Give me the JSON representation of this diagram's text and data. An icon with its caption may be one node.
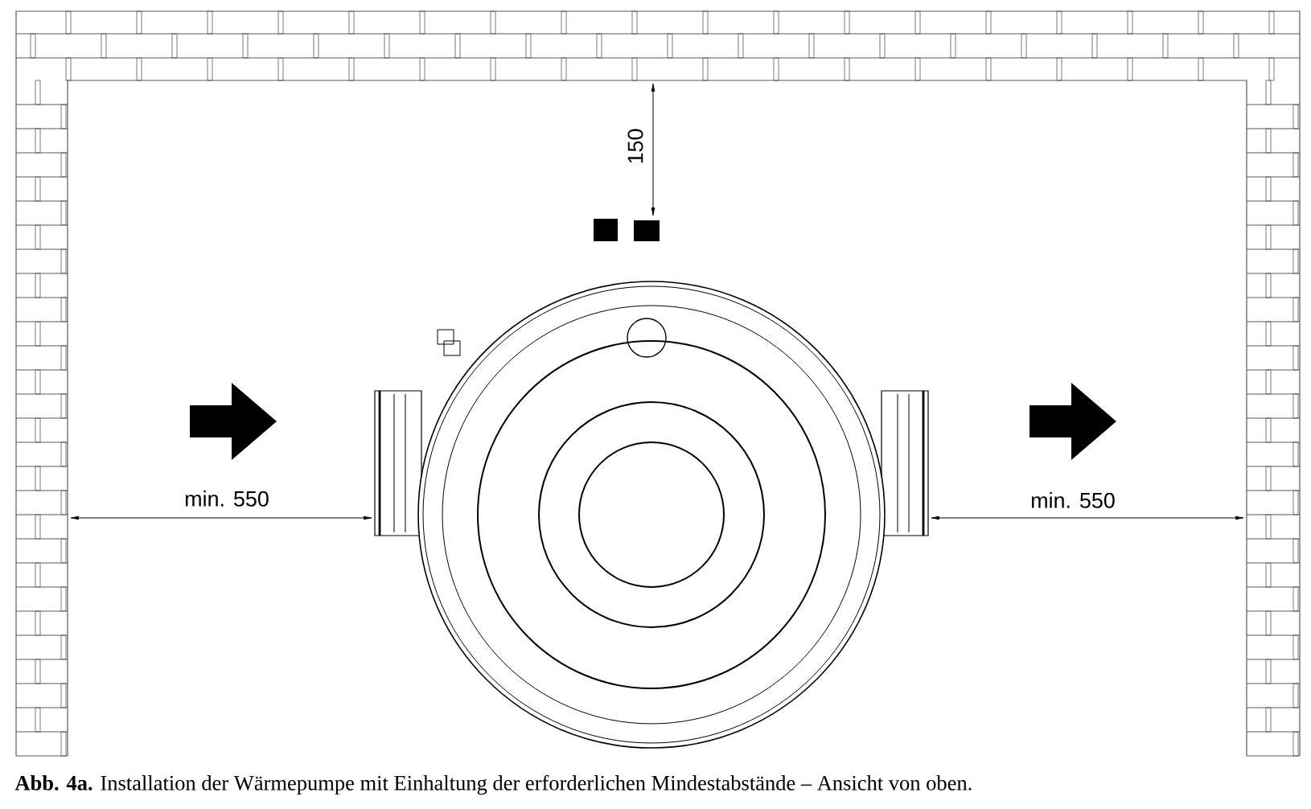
{
  "diagram": {
    "caption": "**Abb. 4a.** Installation der Wärmepumpe mit Einhaltung der erforderlichen Mindestabstände – Ansicht von oben.",
    "labels": [
      "150",
      "min. 550",
      "min. 550"
    ]
  }
}
